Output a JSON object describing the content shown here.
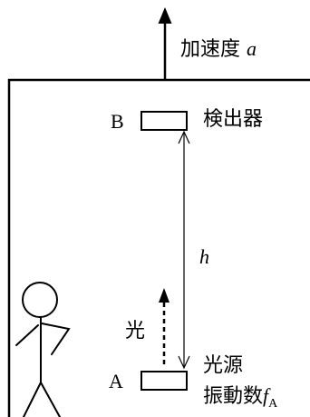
{
  "accel": {
    "label": "加速度",
    "var": "a"
  },
  "detector": {
    "point": "B",
    "label": "検出器"
  },
  "distance": {
    "var": "h"
  },
  "light": {
    "label": "光"
  },
  "source": {
    "point": "A",
    "label": "光源",
    "freq_label": "振動数",
    "freq_var": "f",
    "freq_sub": "A"
  },
  "colors": {
    "ink": "#000000",
    "background": "#ffffff"
  }
}
